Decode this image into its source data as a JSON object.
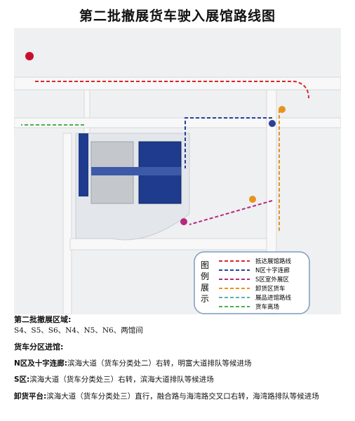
{
  "title": "第二批撤展货车驶入展馆路线图",
  "map": {
    "legend": {
      "title_chars": [
        "图",
        "例",
        "展",
        "示"
      ],
      "items": [
        {
          "label": "抵达展馆路线",
          "color": "#d9262b"
        },
        {
          "label": "N区十字连廊",
          "color": "#2a3f9a"
        },
        {
          "label": "S区室外展区",
          "color": "#b4287f"
        },
        {
          "label": "卸货区货车",
          "color": "#e8931e"
        },
        {
          "label": "展品进馆路线",
          "color": "#5bb3a4"
        },
        {
          "label": "货车离场",
          "color": "#4caf50"
        }
      ]
    }
  },
  "info": {
    "zones_heading": "第二批撤展区域:",
    "zones_list": "S4、S5、S6、N4、N5、N6、两馆间",
    "entry_heading": "货车分区进馆:",
    "routes": [
      {
        "label": "N区及十字连廊:",
        "text": "滨海大道（货车分类处二）右转，明富大道排队等候进场"
      },
      {
        "label": "S区:",
        "text": "滨海大道（货车分类处三）右转，滨海大道排队等候进场"
      },
      {
        "label": "卸货平台:",
        "text": "滨海大道（货车分类处三）直行，融合路与海湾路交叉口右转，海湾路排队等候进场"
      }
    ]
  }
}
